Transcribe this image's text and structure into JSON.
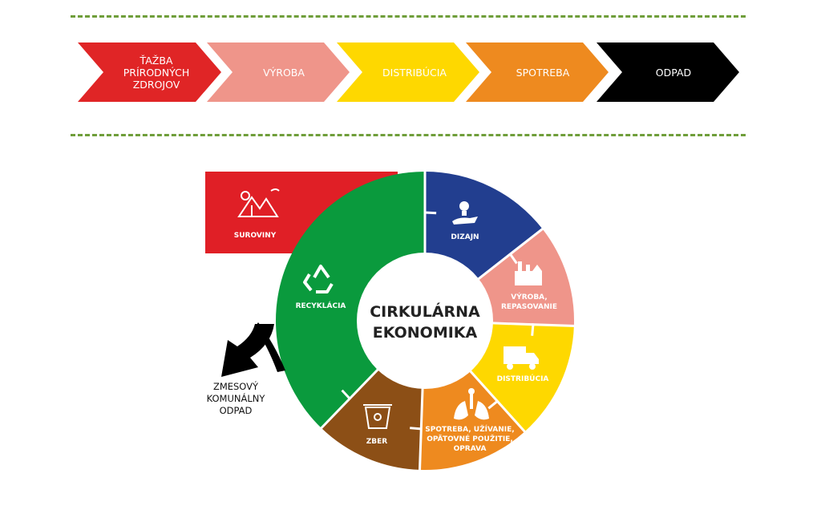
{
  "linear_economy": {
    "stages": [
      {
        "label": "ŤAŽBA\nPRÍRODNÝCH\nZDROJOV",
        "color": "#e02526",
        "text_color": "#ffffff"
      },
      {
        "label": "VÝROBA",
        "color": "#ef958a",
        "text_color": "#ffffff"
      },
      {
        "label": "DISTRIBÚCIA",
        "color": "#fed800",
        "text_color": "#ffffff"
      },
      {
        "label": "SPOTREBA",
        "color": "#ee8a1f",
        "text_color": "#ffffff"
      },
      {
        "label": "ODPAD",
        "color": "#000000",
        "text_color": "#ffffff"
      }
    ]
  },
  "circular_economy": {
    "title_line1": "CIRKULÁRNA",
    "title_line2": "EKONOMIKA",
    "raw_materials": {
      "label": "SUROVINY",
      "color": "#e01f26",
      "icon": "mountains-icon"
    },
    "segments": [
      {
        "key": "dizajn",
        "lines": [
          "DIZAJN"
        ],
        "color": "#223e8f",
        "icon": "lightbulb-hand-icon"
      },
      {
        "key": "vyroba",
        "lines": [
          "VÝROBA,",
          "REPASOVANIE"
        ],
        "color": "#ef958a",
        "icon": "factory-icon"
      },
      {
        "key": "distribucia",
        "lines": [
          "DISTRIBÚCIA"
        ],
        "color": "#fed800",
        "icon": "truck-icon"
      },
      {
        "key": "spotreba",
        "lines": [
          "SPOTREBA, UŽÍVANIE,",
          "OPÄTOVNÉ POUŽITIE,",
          "OPRAVA"
        ],
        "color": "#ee8a1f",
        "icon": "lungs-icon"
      },
      {
        "key": "zber",
        "lines": [
          "ZBER"
        ],
        "color": "#8c4f16",
        "icon": "bin-icon"
      },
      {
        "key": "recyklacia",
        "lines": [
          "RECYKLÁCIA"
        ],
        "color": "#0a9a3d",
        "icon": "recycle-icon"
      }
    ],
    "waste": {
      "lines": [
        "ZMESOVÝ",
        "KOMUNÁLNY",
        "ODPAD"
      ],
      "color": "#000000"
    }
  }
}
